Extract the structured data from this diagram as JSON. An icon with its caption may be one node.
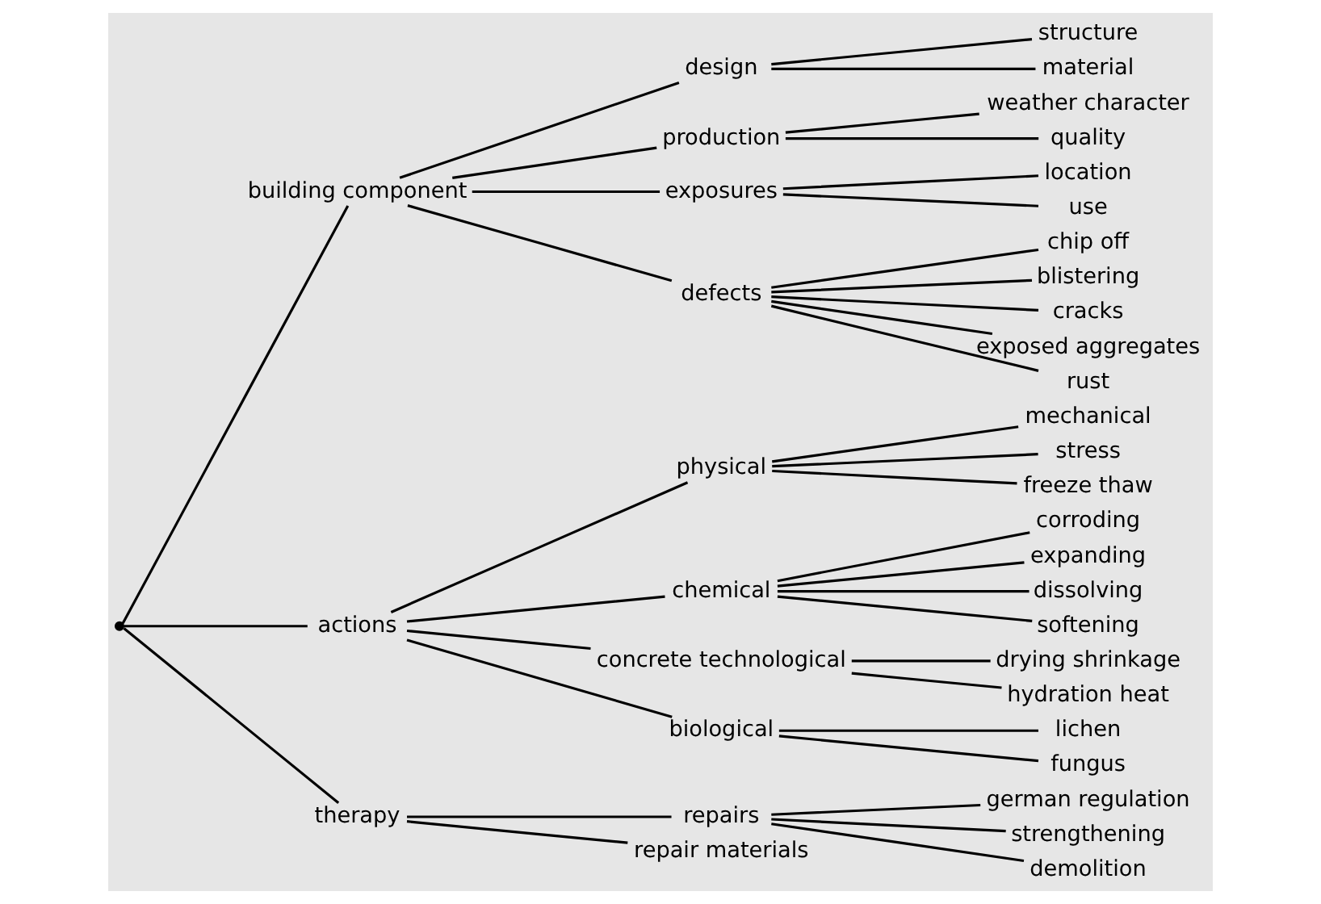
{
  "diagram": {
    "nodes": [
      {
        "text": [],
        "shape": "point"
      },
      {
        "text": [
          "building component"
        ]
      },
      {
        "text": [
          "actions"
        ]
      },
      {
        "text": [
          "therapy"
        ]
      },
      {
        "text": [
          "design"
        ]
      },
      {
        "text": [
          "production"
        ]
      },
      {
        "text": [
          "exposures"
        ]
      },
      {
        "text": [
          "defects"
        ]
      },
      {
        "text": [
          "physical"
        ]
      },
      {
        "text": [
          "chemical"
        ]
      },
      {
        "text": [
          "concrete technological"
        ]
      },
      {
        "text": [
          "biological"
        ]
      },
      {
        "text": [
          "repairs"
        ]
      },
      {
        "text": [
          "repair materials"
        ]
      },
      {
        "text": [
          "structure"
        ]
      },
      {
        "text": [
          "material"
        ]
      },
      {
        "text": [
          "weather character"
        ]
      },
      {
        "text": [
          "quality"
        ]
      },
      {
        "text": [
          "location"
        ]
      },
      {
        "text": [
          "use"
        ]
      },
      {
        "text": [
          "chip off"
        ]
      },
      {
        "text": [
          "blistering"
        ]
      },
      {
        "text": [
          "cracks"
        ]
      },
      {
        "text": [
          "exposed aggregates"
        ]
      },
      {
        "text": [
          "rust"
        ]
      },
      {
        "text": [
          "mechanical"
        ]
      },
      {
        "text": [
          "stress"
        ]
      },
      {
        "text": [
          "freeze thaw"
        ]
      },
      {
        "text": [
          "corroding"
        ]
      },
      {
        "text": [
          "expanding"
        ]
      },
      {
        "text": [
          "dissolving"
        ]
      },
      {
        "text": [
          "softening"
        ]
      },
      {
        "text": [
          "drying shrinkage"
        ]
      },
      {
        "text": [
          "hydration heat"
        ]
      },
      {
        "text": [
          "lichen"
        ]
      },
      {
        "text": [
          "fungus"
        ]
      },
      {
        "text": [
          "german regulation"
        ]
      },
      {
        "text": [
          "strengthening"
        ]
      },
      {
        "text": [
          "demolition"
        ]
      }
    ],
    "edges": [
      {
        "from": 0,
        "to": 1,
        "arrow": "none"
      },
      {
        "from": 0,
        "to": 2,
        "arrow": "none"
      },
      {
        "from": 0,
        "to": 3,
        "arrow": "none"
      },
      {
        "from": 1,
        "to": 4,
        "arrow": "none"
      },
      {
        "from": 1,
        "to": 5,
        "arrow": "none"
      },
      {
        "from": 1,
        "to": 6,
        "arrow": "none"
      },
      {
        "from": 1,
        "to": 7,
        "arrow": "none"
      },
      {
        "from": 2,
        "to": 8,
        "arrow": "none"
      },
      {
        "from": 2,
        "to": 9,
        "arrow": "none"
      },
      {
        "from": 2,
        "to": 10,
        "arrow": "none"
      },
      {
        "from": 2,
        "to": 11,
        "arrow": "none"
      },
      {
        "from": 3,
        "to": 12,
        "arrow": "none"
      },
      {
        "from": 3,
        "to": 13,
        "arrow": "none"
      },
      {
        "from": 4,
        "to": 14,
        "arrow": "none"
      },
      {
        "from": 4,
        "to": 15,
        "arrow": "none"
      },
      {
        "from": 5,
        "to": 16,
        "arrow": "none"
      },
      {
        "from": 5,
        "to": 17,
        "arrow": "none"
      },
      {
        "from": 6,
        "to": 18,
        "arrow": "none"
      },
      {
        "from": 6,
        "to": 19,
        "arrow": "none"
      },
      {
        "from": 7,
        "to": 20,
        "arrow": "none"
      },
      {
        "from": 7,
        "to": 21,
        "arrow": "none"
      },
      {
        "from": 7,
        "to": 22,
        "arrow": "none"
      },
      {
        "from": 7,
        "to": 23,
        "arrow": "none"
      },
      {
        "from": 7,
        "to": 24,
        "arrow": "none"
      },
      {
        "from": 8,
        "to": 25,
        "arrow": "none"
      },
      {
        "from": 8,
        "to": 26,
        "arrow": "none"
      },
      {
        "from": 8,
        "to": 27,
        "arrow": "none"
      },
      {
        "from": 9,
        "to": 28,
        "arrow": "none"
      },
      {
        "from": 9,
        "to": 29,
        "arrow": "none"
      },
      {
        "from": 9,
        "to": 30,
        "arrow": "none"
      },
      {
        "from": 9,
        "to": 31,
        "arrow": "none"
      },
      {
        "from": 10,
        "to": 32,
        "arrow": "none"
      },
      {
        "from": 10,
        "to": 33,
        "arrow": "none"
      },
      {
        "from": 11,
        "to": 34,
        "arrow": "none"
      },
      {
        "from": 11,
        "to": 35,
        "arrow": "none"
      },
      {
        "from": 12,
        "to": 36,
        "arrow": "none"
      },
      {
        "from": 12,
        "to": 37,
        "arrow": "none"
      },
      {
        "from": 12,
        "to": 38,
        "arrow": "none"
      }
    ]
  }
}
